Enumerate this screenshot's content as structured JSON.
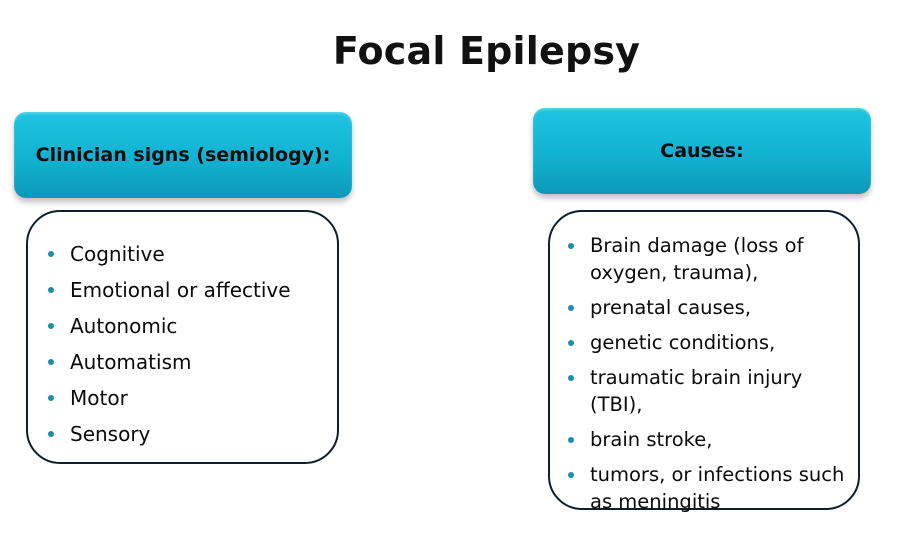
{
  "title": "Focal Epilepsy",
  "left": {
    "header": "Clinician signs (semiology):",
    "items": [
      "Cognitive",
      "Emotional or affective",
      "Autonomic",
      "Automatism",
      "Motor",
      "Sensory"
    ]
  },
  "right": {
    "header": "Causes:",
    "items": [
      "Brain damage (loss of oxygen, trauma),",
      "prenatal causes,",
      "genetic conditions,",
      "traumatic brain injury (TBI),",
      "brain stroke,",
      "tumors, or infections such as meningitis"
    ]
  },
  "colors": {
    "header_gradient_top": "#1ec4e2",
    "header_gradient_bottom": "#0d98b8",
    "bullet": "#1a8db0",
    "box_border": "#0d1f2a"
  }
}
